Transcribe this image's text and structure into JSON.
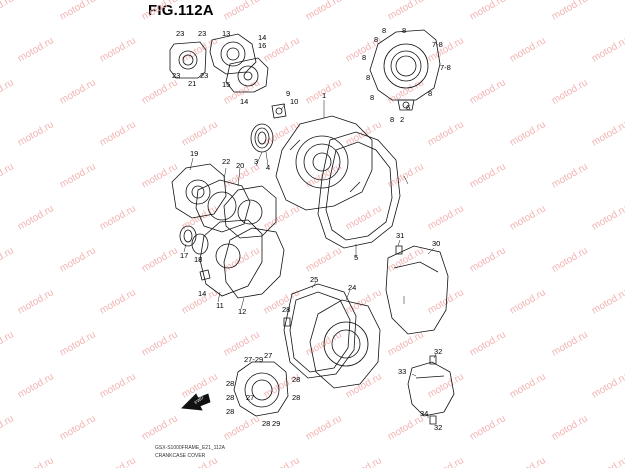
{
  "figure": {
    "title": "FIG.112A"
  },
  "watermark": {
    "text": "motod.ru",
    "color": "#f3b3b3"
  },
  "footer": {
    "code": "GSX-S1000FRAME_E21_112A",
    "caption": "CRANKCASE COVER"
  },
  "front_marker": {
    "label": "FWD"
  },
  "callouts": [
    {
      "id": "c1",
      "text": "1"
    },
    {
      "id": "c2",
      "text": "2"
    },
    {
      "id": "c3",
      "text": "3"
    },
    {
      "id": "c4",
      "text": "4"
    },
    {
      "id": "c5",
      "text": "5"
    },
    {
      "id": "c6",
      "text": "6"
    },
    {
      "id": "c7a",
      "text": "7-8"
    },
    {
      "id": "c7b",
      "text": "7-8"
    },
    {
      "id": "c8a",
      "text": "8"
    },
    {
      "id": "c8b",
      "text": "8"
    },
    {
      "id": "c8c",
      "text": "8"
    },
    {
      "id": "c8d",
      "text": "8"
    },
    {
      "id": "c8e",
      "text": "8"
    },
    {
      "id": "c8f",
      "text": "8"
    },
    {
      "id": "c8g",
      "text": "8"
    },
    {
      "id": "c8h",
      "text": "8"
    },
    {
      "id": "c9",
      "text": "9"
    },
    {
      "id": "c10",
      "text": "10"
    },
    {
      "id": "c11",
      "text": "11"
    },
    {
      "id": "c12",
      "text": "12"
    },
    {
      "id": "c13",
      "text": "13"
    },
    {
      "id": "c14a",
      "text": "14"
    },
    {
      "id": "c14b",
      "text": "14"
    },
    {
      "id": "c14c",
      "text": "14"
    },
    {
      "id": "c15",
      "text": "15"
    },
    {
      "id": "c16",
      "text": "16"
    },
    {
      "id": "c17",
      "text": "17"
    },
    {
      "id": "c18",
      "text": "18"
    },
    {
      "id": "c19",
      "text": "19"
    },
    {
      "id": "c20",
      "text": "20"
    },
    {
      "id": "c21",
      "text": "21"
    },
    {
      "id": "c22",
      "text": "22"
    },
    {
      "id": "c23a",
      "text": "23"
    },
    {
      "id": "c23b",
      "text": "23"
    },
    {
      "id": "c23c",
      "text": "23"
    },
    {
      "id": "c23d",
      "text": "23"
    },
    {
      "id": "c24",
      "text": "24"
    },
    {
      "id": "c25",
      "text": "25"
    },
    {
      "id": "c27a",
      "text": "27-29"
    },
    {
      "id": "c27b",
      "text": "27"
    },
    {
      "id": "c27c",
      "text": "27"
    },
    {
      "id": "c28a",
      "text": "28"
    },
    {
      "id": "c28b",
      "text": "28"
    },
    {
      "id": "c28c",
      "text": "28"
    },
    {
      "id": "c28d",
      "text": "28"
    },
    {
      "id": "c28e",
      "text": "28"
    },
    {
      "id": "c28f",
      "text": "28"
    },
    {
      "id": "c28g",
      "text": "28"
    },
    {
      "id": "c29",
      "text": "29"
    },
    {
      "id": "c30",
      "text": "30"
    },
    {
      "id": "c31",
      "text": "31"
    },
    {
      "id": "c32a",
      "text": "32"
    },
    {
      "id": "c32b",
      "text": "32"
    },
    {
      "id": "c33",
      "text": "33"
    },
    {
      "id": "c34",
      "text": "34"
    }
  ]
}
